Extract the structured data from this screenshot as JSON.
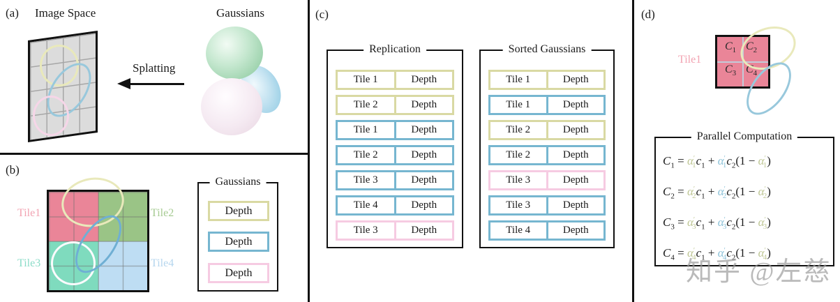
{
  "colors": {
    "gaussian_yellow": "#d9d9a3",
    "gaussian_blue": "#76b6d0",
    "gaussian_pink": "#f6cbe2",
    "ellipse_yellow": "#e9e9bb",
    "ellipse_blue_light": "#98c8dc",
    "ellipse_blue_dark": "#6fafd4",
    "ellipse_pink_light": "#f6d6e8",
    "white_circle": "#fbfbfd",
    "tile1": "#ea8598",
    "tile2": "#9ac486",
    "tile3": "#7fdbbe",
    "tile4": "#beddf3",
    "tile1_label": "#f2a3b2",
    "tile2_label": "#a6cb92",
    "tile3_label": "#8bdcc8",
    "tile4_label": "#b5d6ee",
    "alpha_yellow": "#bfc795",
    "alpha_blue": "#8cc2d8"
  },
  "watermark": "知乎 @左慈",
  "panel_a": {
    "label": "(a)",
    "image_space_title": "Image Space",
    "gaussians_title": "Gaussians",
    "splatting_label": "Splatting"
  },
  "panel_b": {
    "label": "(b)",
    "tiles": [
      {
        "name": "Tile1"
      },
      {
        "name": "Tile2"
      },
      {
        "name": "Tile3"
      },
      {
        "name": "Tile4"
      }
    ],
    "legend": {
      "title": "Gaussians",
      "items": [
        {
          "label": "Depth",
          "color": "yellow"
        },
        {
          "label": "Depth",
          "color": "blue"
        },
        {
          "label": "Depth",
          "color": "pink"
        }
      ]
    }
  },
  "panel_c": {
    "label": "(c)",
    "replication": {
      "title": "Replication",
      "rows": [
        {
          "tile": "Tile 1",
          "depth": "Depth",
          "color": "yellow"
        },
        {
          "tile": "Tile 2",
          "depth": "Depth",
          "color": "yellow"
        },
        {
          "tile": "Tile 1",
          "depth": "Depth",
          "color": "blue"
        },
        {
          "tile": "Tile 2",
          "depth": "Depth",
          "color": "blue"
        },
        {
          "tile": "Tile 3",
          "depth": "Depth",
          "color": "blue"
        },
        {
          "tile": "Tile 4",
          "depth": "Depth",
          "color": "blue"
        },
        {
          "tile": "Tile 3",
          "depth": "Depth",
          "color": "pink"
        }
      ]
    },
    "sorted": {
      "title": "Sorted Gaussians",
      "rows": [
        {
          "tile": "Tile 1",
          "depth": "Depth",
          "color": "yellow"
        },
        {
          "tile": "Tile 1",
          "depth": "Depth",
          "color": "blue"
        },
        {
          "tile": "Tile 2",
          "depth": "Depth",
          "color": "yellow"
        },
        {
          "tile": "Tile 2",
          "depth": "Depth",
          "color": "blue"
        },
        {
          "tile": "Tile 3",
          "depth": "Depth",
          "color": "pink"
        },
        {
          "tile": "Tile 3",
          "depth": "Depth",
          "color": "blue"
        },
        {
          "tile": "Tile 4",
          "depth": "Depth",
          "color": "blue"
        }
      ]
    }
  },
  "panel_d": {
    "label": "(d)",
    "tile_label": "Tile1",
    "cells": [
      {
        "base": "C",
        "sub": "1"
      },
      {
        "base": "C",
        "sub": "2"
      },
      {
        "base": "C",
        "sub": "3"
      },
      {
        "base": "C",
        "sub": "4"
      }
    ],
    "computation": {
      "title": "Parallel Computation",
      "formulas": [
        {
          "lhs_base": "C",
          "lhs_sub": "1",
          "eq": " = ",
          "terms": [
            {
              "type": "alpha",
              "color": "yellow",
              "sub": "1"
            },
            {
              "type": "var",
              "name": "c",
              "sub": "1"
            },
            {
              "type": "op",
              "text": " + "
            },
            {
              "type": "alpha",
              "color": "blue",
              "sub": "1"
            },
            {
              "type": "var",
              "name": "c",
              "sub": "2"
            },
            {
              "type": "op",
              "text": "(1 − "
            },
            {
              "type": "alpha",
              "color": "yellow",
              "sub": "1"
            },
            {
              "type": "op",
              "text": ")"
            }
          ]
        },
        {
          "lhs_base": "C",
          "lhs_sub": "2",
          "eq": " = ",
          "terms": [
            {
              "type": "alpha",
              "color": "yellow",
              "sub": "2"
            },
            {
              "type": "var",
              "name": "c",
              "sub": "1"
            },
            {
              "type": "op",
              "text": " + "
            },
            {
              "type": "alpha",
              "color": "blue",
              "sub": "2"
            },
            {
              "type": "var",
              "name": "c",
              "sub": "2"
            },
            {
              "type": "op",
              "text": "(1 − "
            },
            {
              "type": "alpha",
              "color": "yellow",
              "sub": "2"
            },
            {
              "type": "op",
              "text": ")"
            }
          ]
        },
        {
          "lhs_base": "C",
          "lhs_sub": "3",
          "eq": " = ",
          "terms": [
            {
              "type": "alpha",
              "color": "yellow",
              "sub": "3"
            },
            {
              "type": "var",
              "name": "c",
              "sub": "1"
            },
            {
              "type": "op",
              "text": " + "
            },
            {
              "type": "alpha",
              "color": "blue",
              "sub": "3"
            },
            {
              "type": "var",
              "name": "c",
              "sub": "2"
            },
            {
              "type": "op",
              "text": "(1 − "
            },
            {
              "type": "alpha",
              "color": "yellow",
              "sub": "3"
            },
            {
              "type": "op",
              "text": ")"
            }
          ]
        },
        {
          "lhs_base": "C",
          "lhs_sub": "4",
          "eq": " = ",
          "terms": [
            {
              "type": "alpha",
              "color": "yellow",
              "sub": "4"
            },
            {
              "type": "var",
              "name": "c",
              "sub": "1"
            },
            {
              "type": "op",
              "text": " + "
            },
            {
              "type": "alpha",
              "color": "blue",
              "sub": "4"
            },
            {
              "type": "var",
              "name": "c",
              "sub": "2"
            },
            {
              "type": "op",
              "text": "(1 − "
            },
            {
              "type": "alpha",
              "color": "yellow",
              "sub": "4"
            },
            {
              "type": "op",
              "text": ")"
            }
          ]
        }
      ]
    }
  }
}
